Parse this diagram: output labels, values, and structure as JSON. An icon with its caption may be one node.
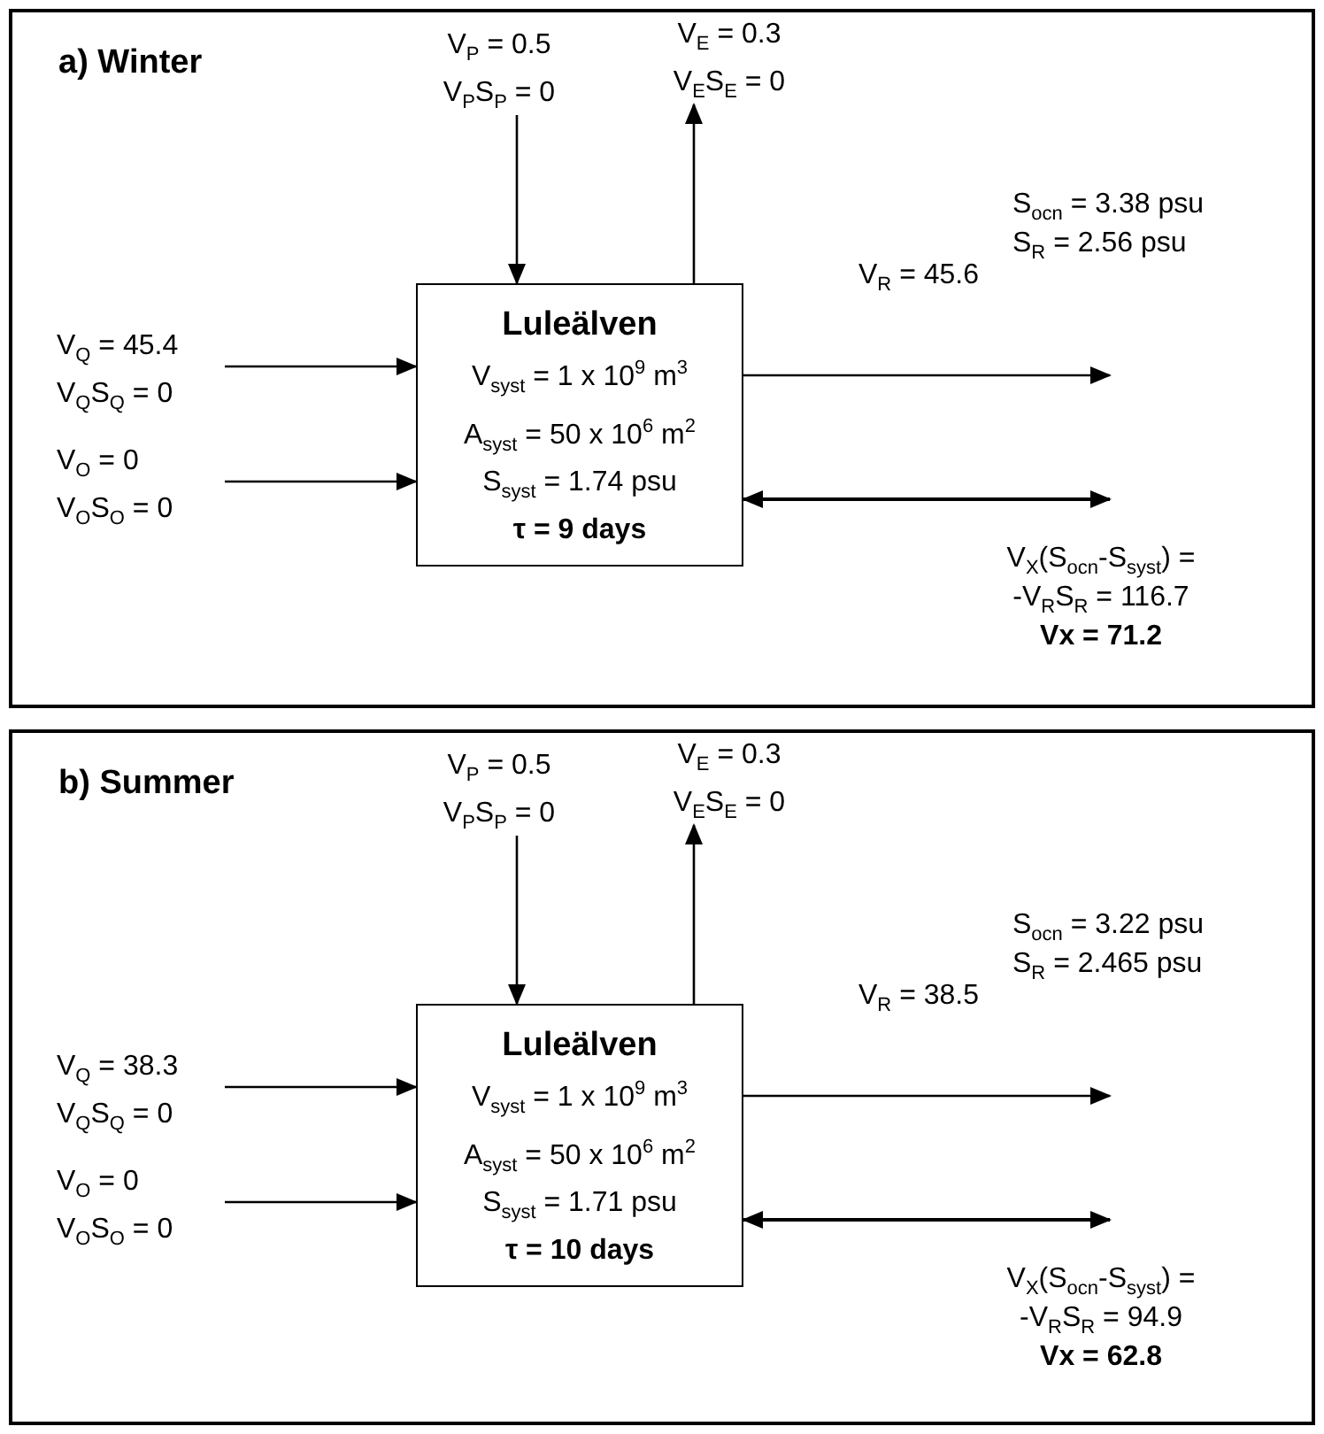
{
  "diagram": {
    "nodes": [
      {
        "text": [
          "a) Winter"
        ]
      },
      {
        "text": [
          "V$_{P}$ = 0.5",
          "V$_{P}$S$_{P}$ = 0"
        ],
        "in": 0
      },
      {
        "text": [
          "V$_{E}$ = 0.3",
          "V$_{E}$S$_{E}$ = 0"
        ],
        "in": 0
      },
      {
        "text": [
          "V$_{Q}$ = 45.4",
          "V$_{Q}$S$_{Q}$ = 0"
        ],
        "in": 0
      },
      {
        "text": [
          "V$_{O}$ = 0",
          "V$_{O}$S$_{O}$ = 0"
        ],
        "in": 0
      },
      {
        "text": [
          "Luleälven",
          "V$_{syst}$ = 1 x 10$^{9}$ m$^{3}$",
          "A$_{syst}$ = 50 x 10$^{6}$ m$^{2}$",
          "S$_{syst}$ = 1.74 psu",
          "τ = 9 days"
        ],
        "in": 0
      },
      {
        "text": [
          "b) Summer"
        ]
      },
      {
        "text": [
          "V$_{P}$ = 0.5",
          "V$_{P}$S$_{P}$ = 0"
        ],
        "in": 6
      },
      {
        "text": [
          "V$_{E}$ = 0.3",
          "V$_{E}$S$_{E}$ = 0"
        ],
        "in": 6
      },
      {
        "text": [
          "V$_{Q}$ = 38.3",
          "V$_{Q}$S$_{Q}$ = 0"
        ],
        "in": 6
      },
      {
        "text": [
          "V$_{O}$ = 0",
          "V$_{O}$S$_{O}$ = 0"
        ],
        "in": 6
      },
      {
        "text": [
          "Luleälven",
          "V$_{syst}$ = 1 x 10$^{9}$ m$^{3}$",
          "A$_{syst}$ = 50 x 10$^{6}$ m$^{2}$",
          "S$_{syst}$ = 1.71 psu",
          "τ =  10 days"
        ],
        "in": 6
      }
    ],
    "edges": [
      {
        "from": 1,
        "to": 5,
        "arrow": "to"
      },
      {
        "from": 5,
        "to": 2,
        "arrow": "to"
      },
      {
        "from": 3,
        "to": 5,
        "arrow": "to"
      },
      {
        "from": 4,
        "to": 5,
        "arrow": "to"
      },
      {
        "from": 5,
        "to": null,
        "arrow": "to",
        "label": "V$_{R}$ = 45.6"
      },
      {
        "from": 5,
        "to": null,
        "arrow": "both"
      },
      {
        "from": 7,
        "to": 11,
        "arrow": "to"
      },
      {
        "from": 11,
        "to": 8,
        "arrow": "to"
      },
      {
        "from": 9,
        "to": 11,
        "arrow": "to"
      },
      {
        "from": 10,
        "to": 11,
        "arrow": "to"
      },
      {
        "from": 11,
        "to": null,
        "arrow": "to",
        "label": "V$_{R}$ = 38.5"
      },
      {
        "from": 11,
        "to": null,
        "arrow": "both"
      }
    ],
    "labels": [
      "S$_{ocn}$ = 3.38 psu",
      "S$_{R}$ = 2.56 psu",
      "V$_{X}$(S$_{ocn}$-S$_{syst}$) =",
      "-V$_{R}$S$_{R}$ = 116.7",
      "Vx = 71.2",
      "S$_{ocn}$ = 3.22 psu",
      "S$_{R}$ = 2.465 psu",
      "V$_{X}$(S$_{ocn}$-S$_{syst}$) =",
      "-V$_{R}$S$_{R}$ = 94.9",
      "Vx = 62.8"
    ]
  }
}
